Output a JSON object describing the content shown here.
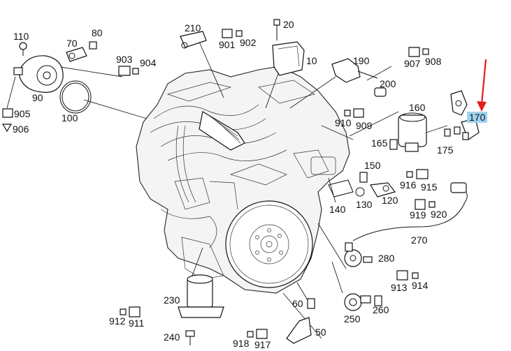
{
  "diagram": {
    "highlight_color": "#9fd3f0",
    "arrow_color": "#e0201b",
    "labels": {
      "l110": "110",
      "l80": "80",
      "l70": "70",
      "l903": "903",
      "l904": "904",
      "l90": "90",
      "l905": "905",
      "l906": "906",
      "l100": "100",
      "l210": "210",
      "l901": "901",
      "l902": "902",
      "l20": "20",
      "l10": "10",
      "l190": "190",
      "l907": "907",
      "l908": "908",
      "l200": "200",
      "l160": "160",
      "l170": "170",
      "l910": "910",
      "l909": "909",
      "l165": "165",
      "l175": "175",
      "l150": "150",
      "l916": "916",
      "l915": "915",
      "l140": "140",
      "l130": "130",
      "l120": "120",
      "l919": "919",
      "l920": "920",
      "l270": "270",
      "l280": "280",
      "l913": "913",
      "l914": "914",
      "l230": "230",
      "l60": "60",
      "l260": "260",
      "l250": "250",
      "l912": "912",
      "l911": "911",
      "l240": "240",
      "l918": "918",
      "l917": "917",
      "l50": "50"
    }
  }
}
